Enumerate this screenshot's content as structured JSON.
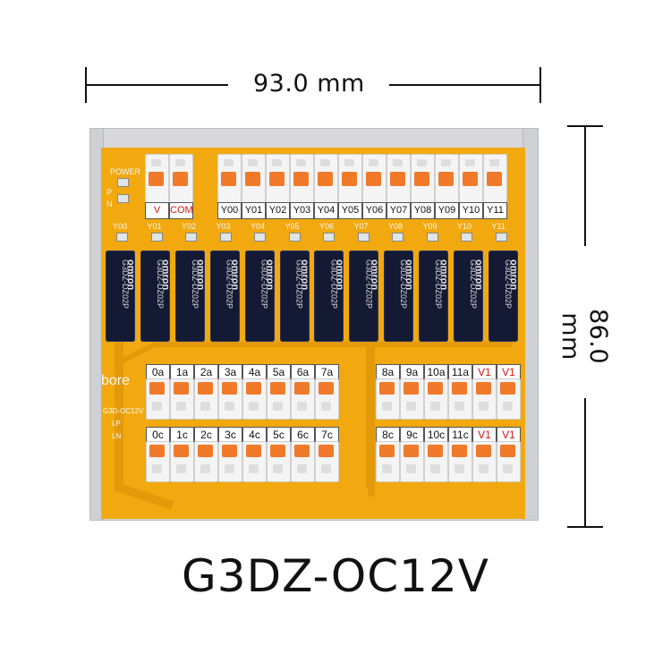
{
  "dimensions": {
    "width_label": "93.0 mm",
    "height_label": "86.0 mm"
  },
  "model": "G3DZ-OC12V",
  "board": {
    "silkscreen_left": [
      "POWER",
      "P",
      "N"
    ],
    "silkscreen_mid": [
      "G3D-OC12V",
      "LP",
      "LN"
    ],
    "brand_fragment": "bore"
  },
  "top_terminals": {
    "power_labels": [
      "V",
      "COM"
    ],
    "output_labels": [
      "Y00",
      "Y01",
      "Y02",
      "Y03",
      "Y04",
      "Y05",
      "Y06",
      "Y07",
      "Y08",
      "Y09",
      "Y10",
      "Y11"
    ],
    "led_labels": [
      "Y00",
      "Y01",
      "Y02",
      "Y03",
      "Y04",
      "Y05",
      "Y06",
      "Y07",
      "Y08",
      "Y09",
      "Y10",
      "Y11"
    ]
  },
  "relays": {
    "count": 12,
    "brand": "omron",
    "part_number": "G3DZ-DZ02P"
  },
  "bottom_terminals": {
    "left_a": [
      "0a",
      "1a",
      "2a",
      "3a",
      "4a",
      "5a",
      "6a",
      "7a"
    ],
    "right_a": [
      "8a",
      "9a",
      "10a",
      "11a",
      "V1",
      "V1"
    ],
    "left_c": [
      "0c",
      "1c",
      "2c",
      "3c",
      "4c",
      "5c",
      "6c",
      "7c"
    ],
    "right_c": [
      "8c",
      "9c",
      "10c",
      "11c",
      "V1",
      "V1"
    ]
  }
}
